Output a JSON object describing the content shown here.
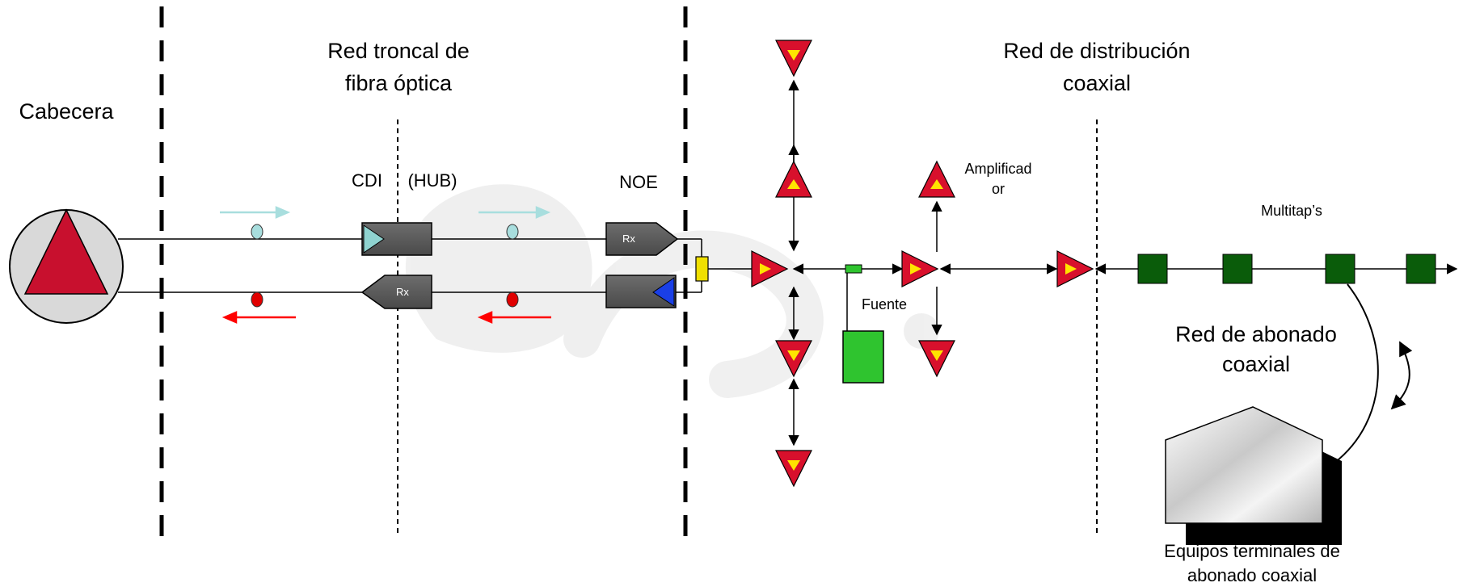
{
  "labels": {
    "cabecera": "Cabecera",
    "troncal_line1": "Red troncal de",
    "troncal_line2": "fibra óptica",
    "cdi": "CDI",
    "hub": "(HUB)",
    "noe": "NOE",
    "distribucion_line1": "Red de distribución",
    "distribucion_line2": "coaxial",
    "amplificador_line1": "Amplificad",
    "amplificador_line2": "or",
    "multitaps": "Multitap’s",
    "fuente": "Fuente",
    "abonado_line1": "Red de abonado",
    "abonado_line2": "coaxial",
    "equipos_line1": "Equipos terminales de",
    "equipos_line2": "abonado coaxial",
    "rx_hub": "Rx",
    "rx_noe": "Rx"
  },
  "colors": {
    "amplifier_red": "#d8102c",
    "amplifier_yellow": "#ffe400",
    "headend_red": "#c8102e",
    "multitap_green": "#0a5c0a",
    "power_green": "#2fc42f",
    "connector_yellow": "#f0e000",
    "box_gray": "#5f5f5f",
    "downstream_arrow": "#a8dede",
    "upstream_arrow": "#ff0000",
    "tx_blue": "#1a3fe6",
    "tx_teal": "#8fd3d0"
  }
}
